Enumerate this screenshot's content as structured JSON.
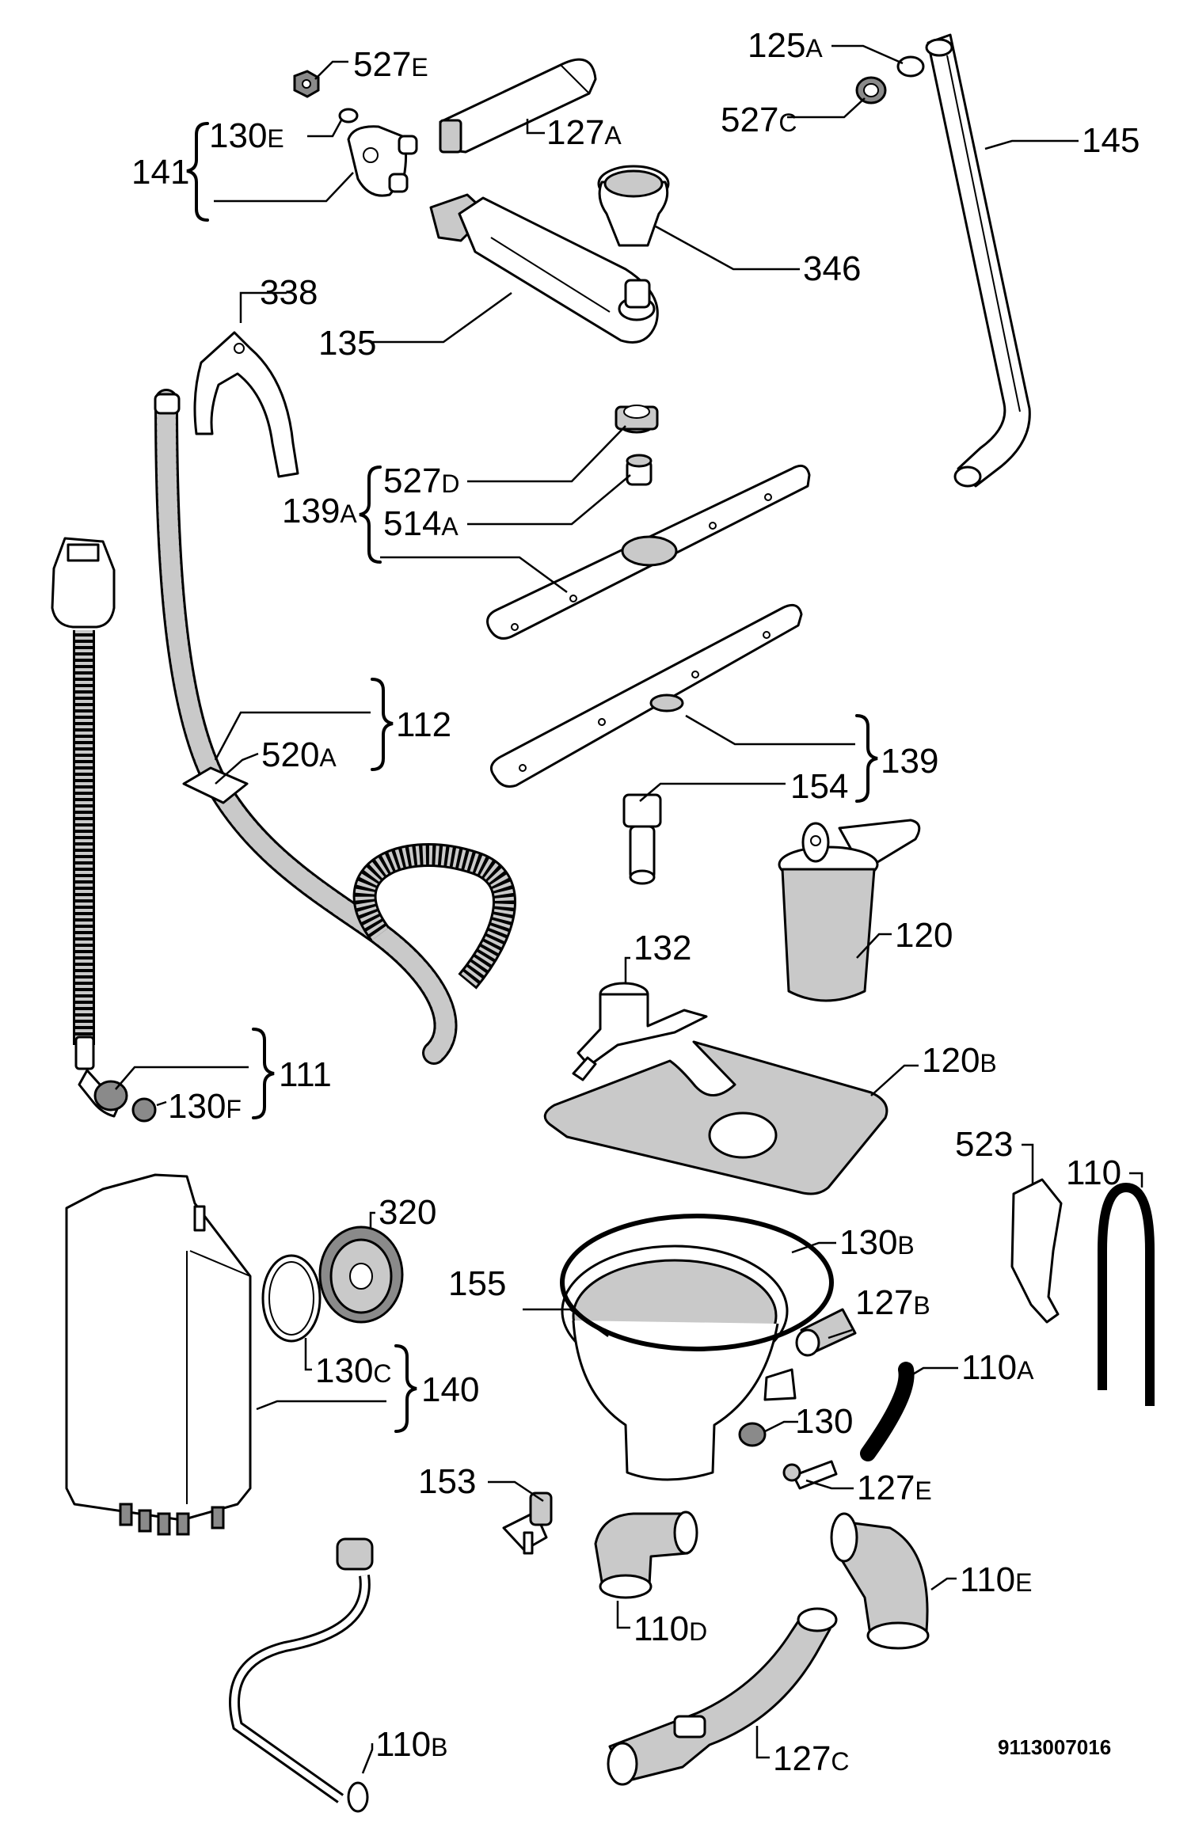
{
  "diagram": {
    "drawing_code": "9113007016",
    "labels": {
      "l527E": {
        "n": "527",
        "s": "E"
      },
      "l130E": {
        "n": "130",
        "s": "E"
      },
      "l141": {
        "n": "141",
        "s": ""
      },
      "l127A": {
        "n": "127",
        "s": "A"
      },
      "l125A": {
        "n": "125",
        "s": "A"
      },
      "l527C": {
        "n": "527",
        "s": "C"
      },
      "l145": {
        "n": "145",
        "s": ""
      },
      "l346": {
        "n": "346",
        "s": ""
      },
      "l135": {
        "n": "135",
        "s": ""
      },
      "l338": {
        "n": "338",
        "s": ""
      },
      "l527D": {
        "n": "527",
        "s": "D"
      },
      "l514A": {
        "n": "514",
        "s": "A"
      },
      "l139A": {
        "n": "139",
        "s": "A"
      },
      "l112": {
        "n": "112",
        "s": ""
      },
      "l520A": {
        "n": "520",
        "s": "A"
      },
      "l139": {
        "n": "139",
        "s": ""
      },
      "l154": {
        "n": "154",
        "s": ""
      },
      "l120": {
        "n": "120",
        "s": ""
      },
      "l132": {
        "n": "132",
        "s": ""
      },
      "l111": {
        "n": "111",
        "s": ""
      },
      "l130F": {
        "n": "130",
        "s": "F"
      },
      "l120B": {
        "n": "120",
        "s": "B"
      },
      "l523": {
        "n": "523",
        "s": ""
      },
      "l110": {
        "n": "110",
        "s": ""
      },
      "l320": {
        "n": "320",
        "s": ""
      },
      "l130B": {
        "n": "130",
        "s": "B"
      },
      "l155": {
        "n": "155",
        "s": ""
      },
      "l127B": {
        "n": "127",
        "s": "B"
      },
      "l110A": {
        "n": "110",
        "s": "A"
      },
      "l130C": {
        "n": "130",
        "s": "C"
      },
      "l140": {
        "n": "140",
        "s": ""
      },
      "l130": {
        "n": "130",
        "s": ""
      },
      "l127E": {
        "n": "127",
        "s": "E"
      },
      "l153": {
        "n": "153",
        "s": ""
      },
      "l110E": {
        "n": "110",
        "s": "E"
      },
      "l110D": {
        "n": "110",
        "s": "D"
      },
      "l110B": {
        "n": "110",
        "s": "B"
      },
      "l127C": {
        "n": "127",
        "s": "C"
      }
    }
  }
}
